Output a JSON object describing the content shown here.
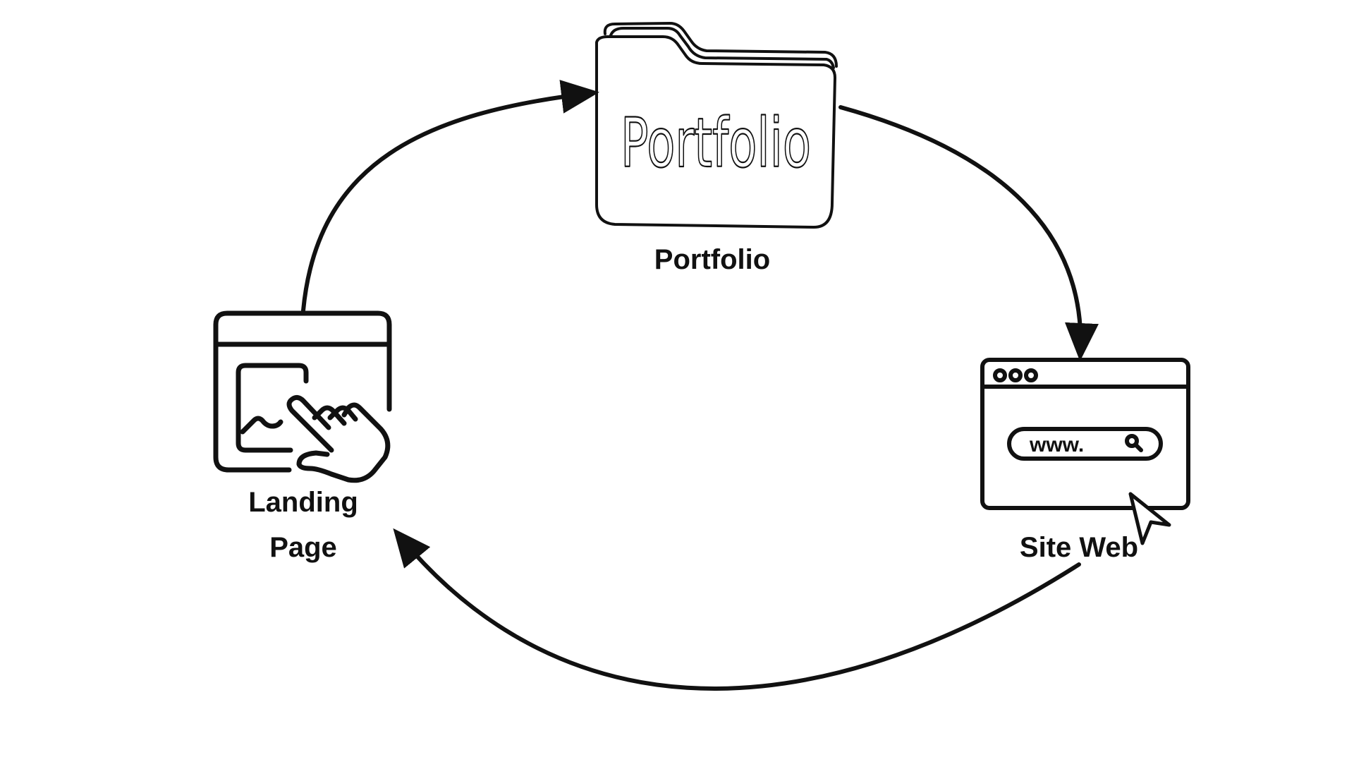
{
  "nodes": {
    "portfolio": {
      "label": "Portfolio",
      "folder_text": "Portfolio",
      "icon": "folder-icon"
    },
    "landing": {
      "label_line1": "Landing",
      "label_line2": "Page",
      "icon": "landing-page-touch-icon"
    },
    "siteweb": {
      "label": "Site Web",
      "address_text": "www.",
      "icon": "browser-window-icon"
    }
  },
  "edges": [
    {
      "from": "Landing Page",
      "to": "Portfolio"
    },
    {
      "from": "Portfolio",
      "to": "Site Web"
    },
    {
      "from": "Site Web",
      "to": "Landing Page"
    }
  ],
  "colors": {
    "stroke": "#111111",
    "background": "#ffffff"
  }
}
